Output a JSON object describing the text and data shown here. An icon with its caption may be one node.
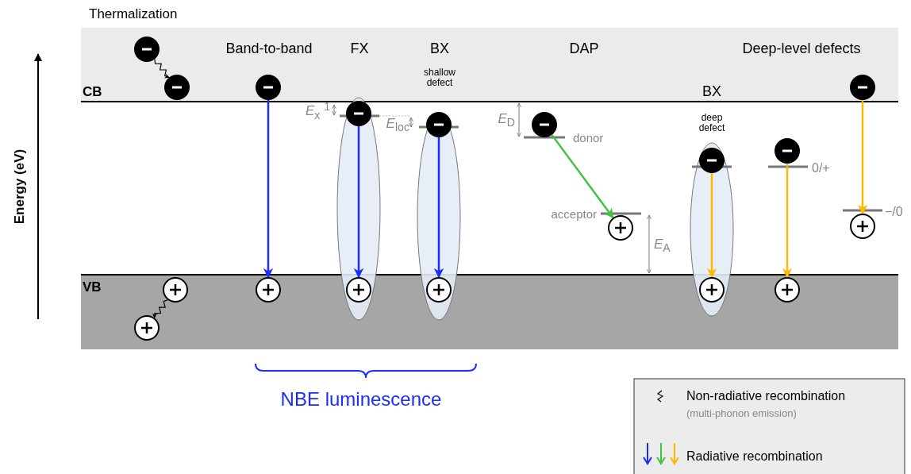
{
  "diagram": {
    "nodes": [
      {
        "text": [],
        "shape": "circle"
      },
      {
        "text": [],
        "shape": "circle"
      },
      {
        "text": [],
        "shape": "circle"
      },
      {
        "text": [],
        "shape": "circle"
      },
      {
        "text": [],
        "shape": "circle"
      },
      {
        "text": [],
        "shape": "circle"
      },
      {
        "text": [],
        "shape": "circle"
      },
      {
        "text": [],
        "shape": "circle"
      },
      {
        "text": [],
        "shape": "circle"
      },
      {
        "text": [],
        "shape": "circle"
      },
      {
        "text": [],
        "shape": "circle"
      },
      {
        "text": [],
        "shape": "circle"
      },
      {
        "text": [],
        "shape": "circle"
      },
      {
        "text": [],
        "shape": "circle"
      },
      {
        "text": [],
        "shape": "circle"
      },
      {
        "text": [],
        "shape": "circle"
      },
      {
        "text": [],
        "shape": "circle"
      },
      {
        "text": [],
        "shape": "circle"
      }
    ],
    "edges": [
      {
        "from": 0,
        "to": 1,
        "arrow": "to",
        "color": "#000000"
      },
      {
        "from": 11,
        "to": 12,
        "arrow": "to",
        "color": "#000000"
      },
      {
        "from": 2,
        "to": 13,
        "arrow": "to",
        "color": "#1a2cff"
      },
      {
        "from": 3,
        "to": 14,
        "arrow": "to",
        "color": "#1a2cff"
      },
      {
        "from": 4,
        "to": 15,
        "arrow": "to",
        "color": "#1a2cff"
      },
      {
        "from": 5,
        "to": 9,
        "arrow": "to",
        "color": "#3ec43e"
      },
      {
        "from": 6,
        "to": 16,
        "arrow": "to",
        "color": "#ffb800"
      },
      {
        "from": 7,
        "to": 17,
        "arrow": "to",
        "color": "#ffb800"
      },
      {
        "from": 8,
        "to": 10,
        "arrow": "to",
        "color": "#ffb800"
      }
    ],
    "labels": [
      "Thermalization",
      "Band-to-band",
      "FX",
      "BX",
      "shallow defect",
      "DAP",
      "Deep-level defects",
      "CB",
      "BX",
      "*E*$_{x}$ $^{1}$",
      "deep defect",
      "donor",
      "*E*$_{loc}$",
      "*E*$_{D}$",
      "0/+",
      "acceptor",
      "*E*$_{A}$",
      "−/0",
      "VB",
      "Energy (eV)",
      "NBE luminescence",
      "(multi-phonon emission)"
    ],
    "legend": [
      {
        "text": "Non-radiative recombination"
      },
      {
        "text": "Radiative recombination"
      }
    ]
  }
}
